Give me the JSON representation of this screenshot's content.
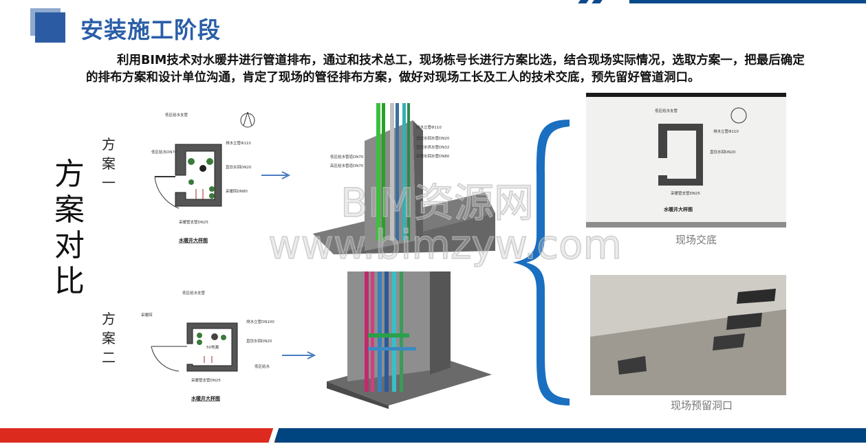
{
  "header": {
    "title": "安装施工阶段",
    "description": "利用BIM技术对水暖井进行管道排布，通过和技术总工，现场栋号长进行方案比选，结合现场实际情况，选取方案一，把最后确定的排布方案和设计单位沟通，肯定了现场的管径排布方案，做好对现场工长及工人的技术交底，预先留好管道洞口。"
  },
  "comparison": {
    "label": "方案对比",
    "option1": "方案一",
    "option2": "方案二"
  },
  "diagrams": {
    "caption": "水暖井大样图",
    "well_label": "50地漏"
  },
  "photos": [
    {
      "caption": "现场交底"
    },
    {
      "caption": "现场预留洞口"
    }
  ],
  "watermark": {
    "line1": "BIM资源网",
    "line2": "www.bimzyw.com"
  },
  "colors": {
    "title_blue": "#2a5ea8",
    "brace_blue": "#1a6fc0",
    "footer_red": "#dd2a1e",
    "footer_blue": "#00457f"
  }
}
